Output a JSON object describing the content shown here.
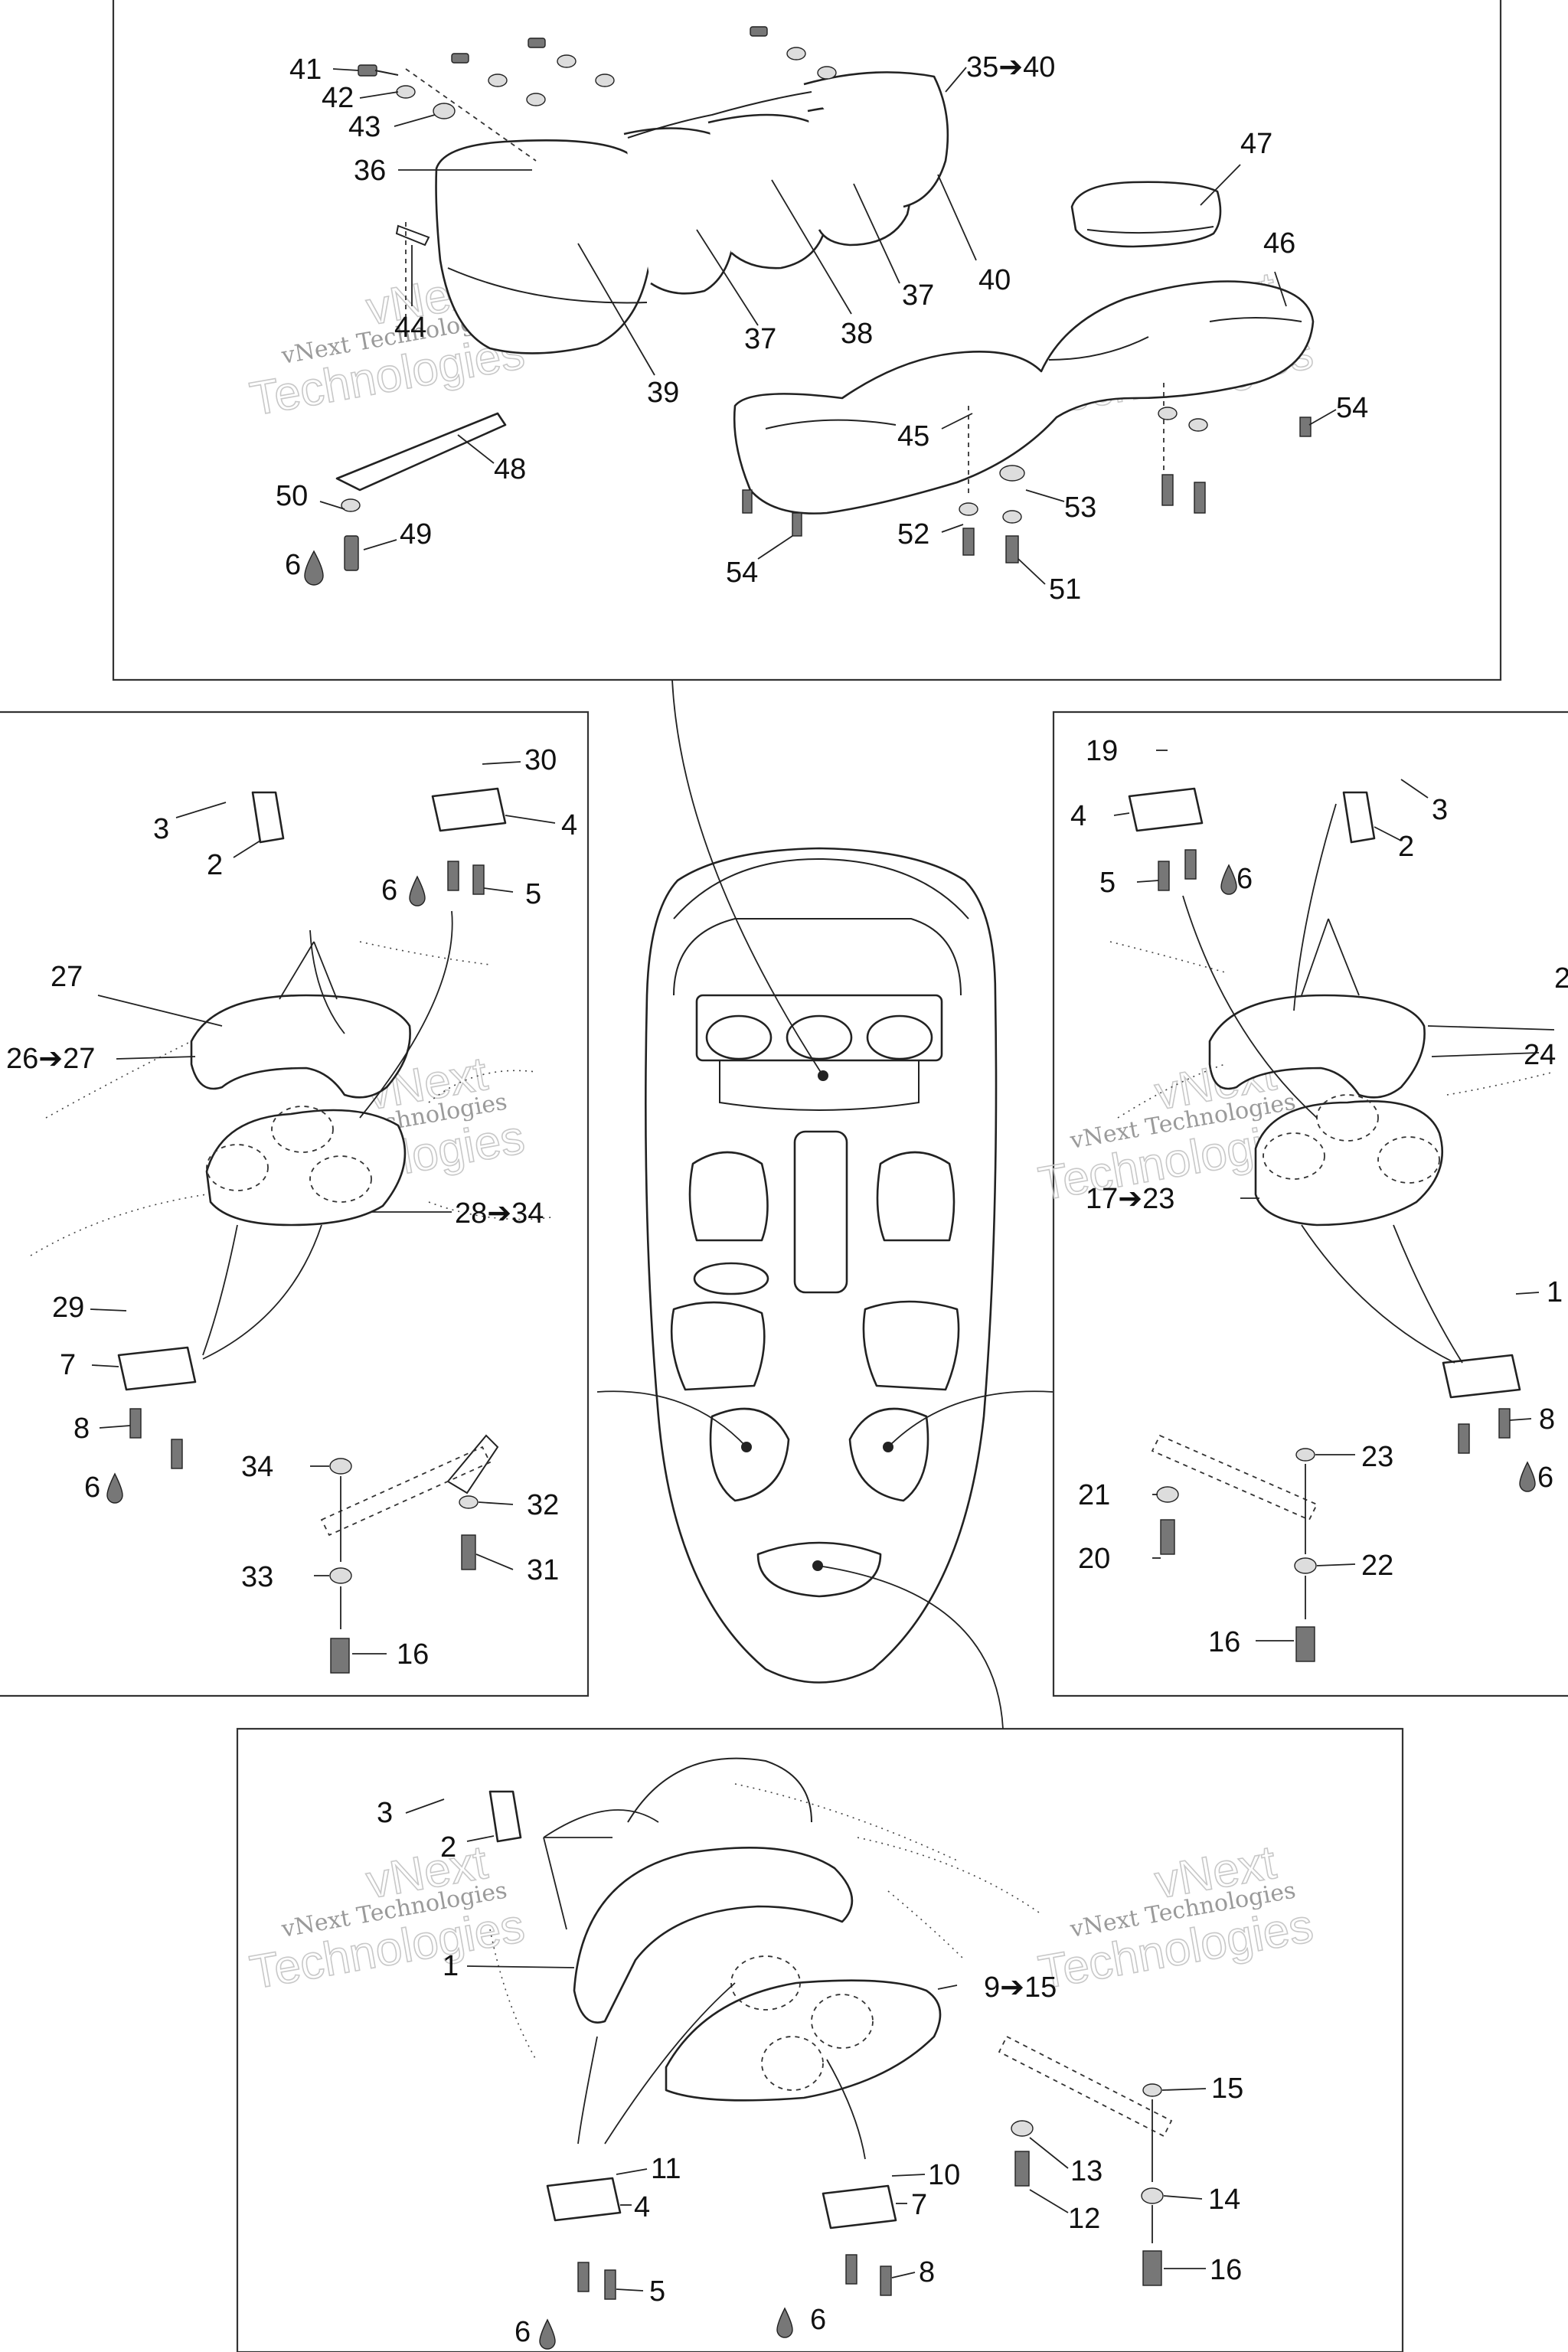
{
  "watermark": {
    "line1": "vNext Technologies",
    "line2": "Technologies",
    "line3": "vNext"
  },
  "callouts": {
    "top": [
      "41",
      "42",
      "43",
      "36",
      "44",
      "35➔40",
      "47",
      "46",
      "40",
      "37",
      "38",
      "37",
      "39",
      "45",
      "54",
      "48",
      "50",
      "49",
      "6",
      "53",
      "52",
      "51",
      "54"
    ],
    "left": [
      "3",
      "2",
      "30",
      "4",
      "6",
      "5",
      "27",
      "26➔27",
      "28➔34",
      "29",
      "7",
      "8",
      "6",
      "34",
      "32",
      "33",
      "31",
      "16"
    ],
    "right": [
      "19",
      "4",
      "3",
      "2",
      "5",
      "6",
      "2",
      "24",
      "17➔23",
      "1",
      "8",
      "6",
      "23",
      "21",
      "20",
      "22",
      "16"
    ],
    "bottom": [
      "3",
      "2",
      "1",
      "9➔15",
      "15",
      "11",
      "10",
      "13",
      "4",
      "7",
      "12",
      "14",
      "5",
      "8",
      "16",
      "6",
      "6"
    ]
  },
  "icons": {
    "drop": "loctite-drop-icon"
  }
}
